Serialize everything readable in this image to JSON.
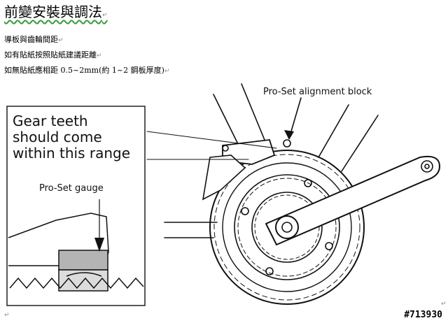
{
  "document": {
    "title": "前變安裝與調法",
    "lines": [
      "導板與齒輪間距",
      "如有貼紙按照貼紙建議距離",
      "如無貼紙應相距 0.5~2mm(約 1~2 鋼板厚度)"
    ],
    "paragraph_mark": "↵"
  },
  "figure": {
    "callout_text": [
      "Gear teeth",
      "should come",
      "within this range"
    ],
    "gauge_label": "Pro-Set gauge",
    "block_label": "Pro-Set alignment block"
  },
  "watermark": "#713930"
}
